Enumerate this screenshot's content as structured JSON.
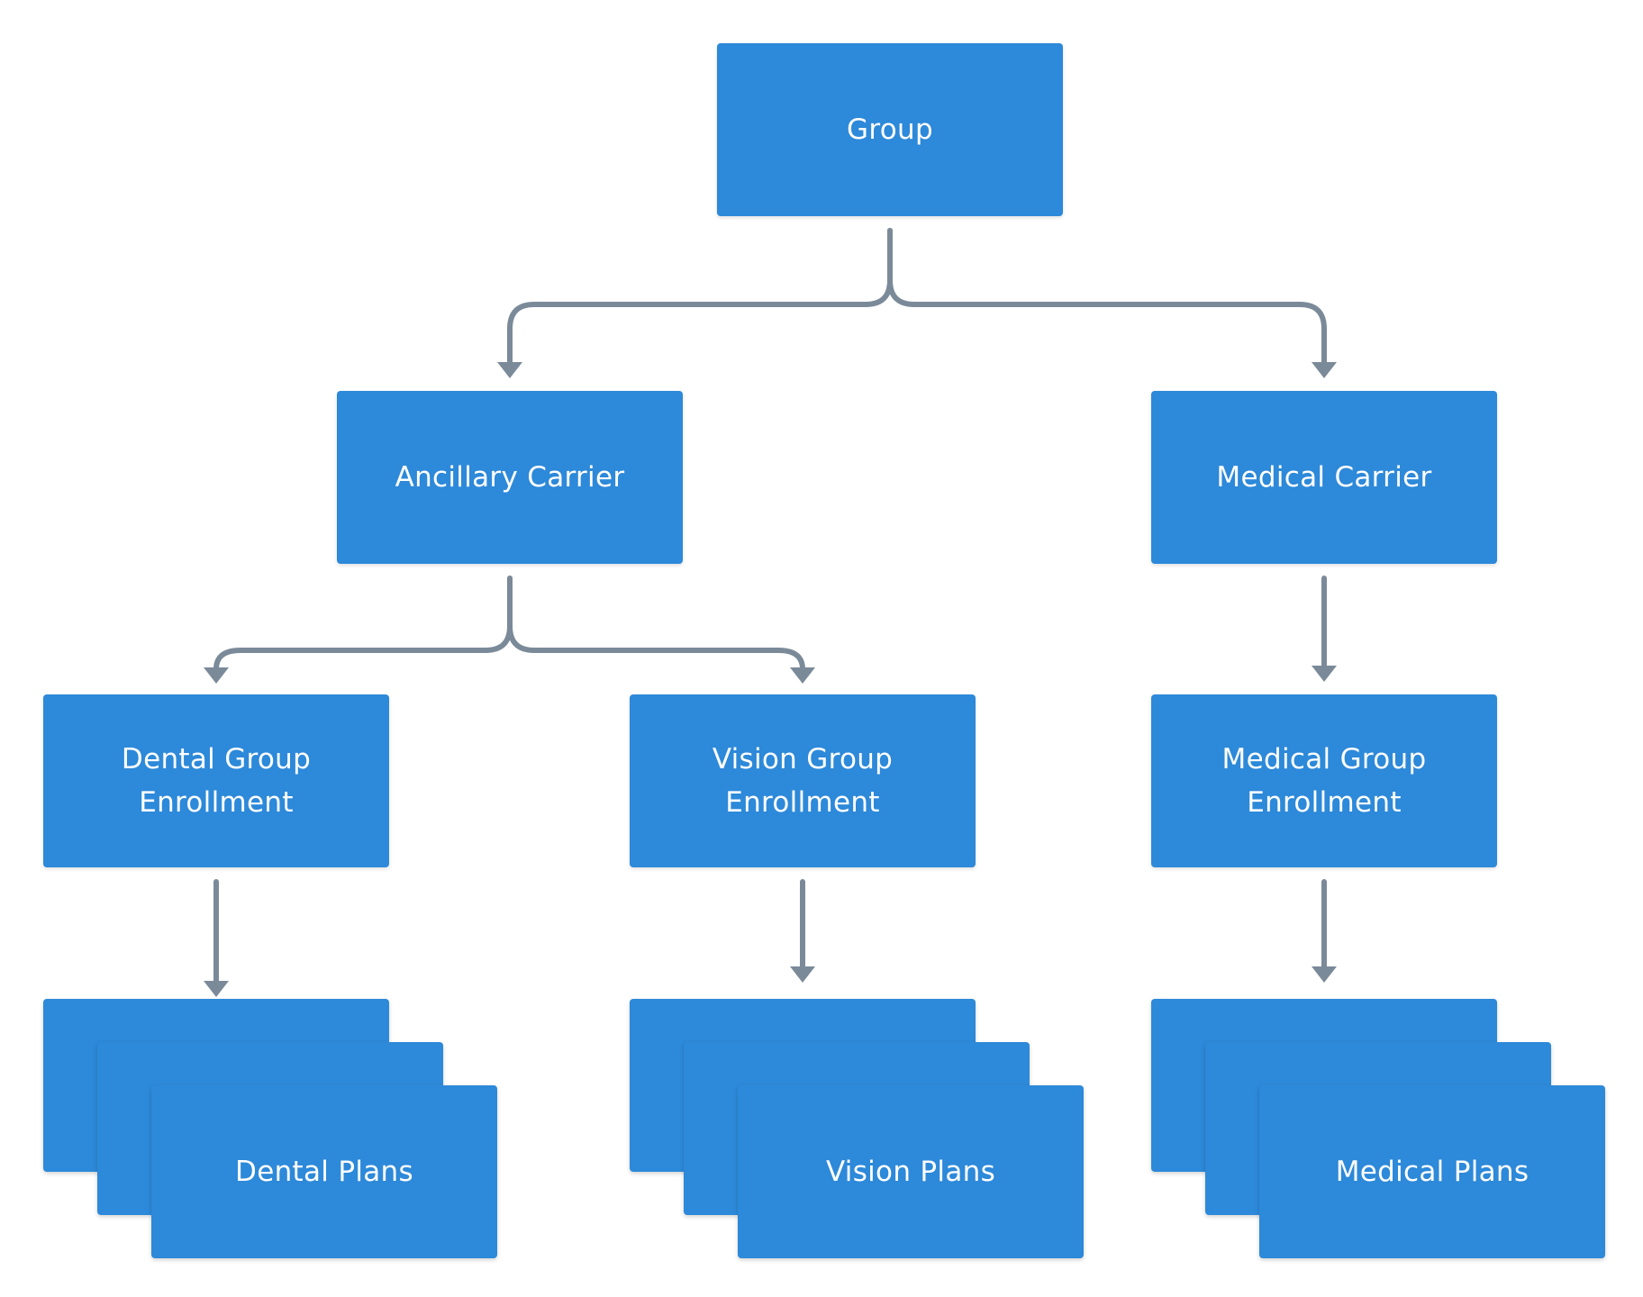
{
  "diagram": {
    "nodes": {
      "group": "Group",
      "ancillary_carrier": "Ancillary Carrier",
      "medical_carrier": "Medical Carrier",
      "dental_group_enrollment": "Dental Group\nEnrollment",
      "vision_group_enrollment": "Vision Group\nEnrollment",
      "medical_group_enrollment": "Medical Group\nEnrollment",
      "dental_plans": "Dental Plans",
      "vision_plans": "Vision Plans",
      "medical_plans": "Medical Plans"
    },
    "edges": [
      {
        "from": "Group",
        "to": "Ancillary Carrier"
      },
      {
        "from": "Group",
        "to": "Medical Carrier"
      },
      {
        "from": "Ancillary Carrier",
        "to": "Dental Group Enrollment"
      },
      {
        "from": "Ancillary Carrier",
        "to": "Vision Group Enrollment"
      },
      {
        "from": "Medical Carrier",
        "to": "Medical Group Enrollment"
      },
      {
        "from": "Dental Group Enrollment",
        "to": "Dental Plans"
      },
      {
        "from": "Vision Group Enrollment",
        "to": "Vision Plans"
      },
      {
        "from": "Medical Group Enrollment",
        "to": "Medical Plans"
      }
    ],
    "colors": {
      "node_fill": "#2d89d9",
      "node_text": "#ffffff",
      "connector": "#7b8a99",
      "background": "#ffffff"
    }
  }
}
